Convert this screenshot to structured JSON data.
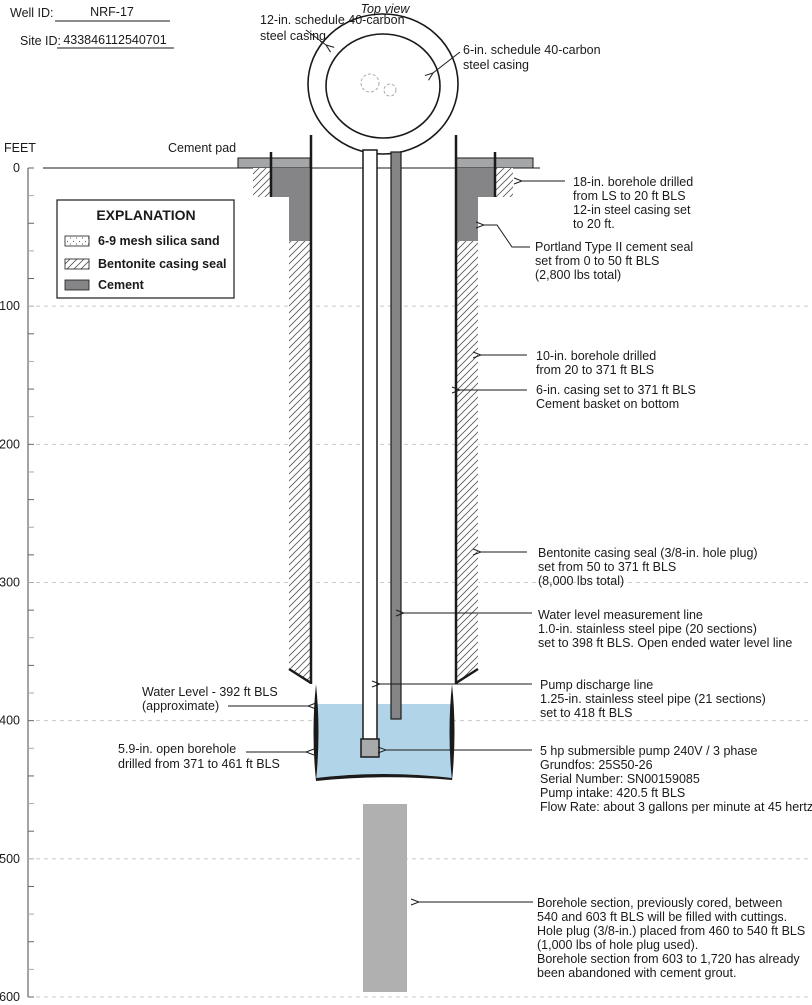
{
  "header": {
    "well_id_label": "Well ID:",
    "well_id_value": "NRF-17",
    "site_id_label": "Site ID:",
    "site_id_value": "433846112540701"
  },
  "top_view": {
    "title": "Top view",
    "outer_casing_label": [
      "12-in. schedule 40-carbon",
      "steel casing"
    ],
    "inner_casing_label": [
      "6-in. schedule 40-carbon",
      "steel casing"
    ]
  },
  "axis": {
    "unit_label": "FEET",
    "min": 0,
    "max": 600,
    "major_step": 100,
    "minor_step": 20,
    "ticks": [
      "0",
      "100",
      "200",
      "300",
      "400",
      "500",
      "600"
    ]
  },
  "cement_pad_label": "Cement pad",
  "legend": {
    "title": "EXPLANATION",
    "items": [
      {
        "label": "6-9 mesh silica sand",
        "pattern": "dotted"
      },
      {
        "label": "Bentonite casing seal",
        "pattern": "hatched"
      },
      {
        "label": "Cement",
        "pattern": "solid"
      }
    ]
  },
  "colors": {
    "cement": "#858587",
    "cement_pad": "#a5a6a8",
    "water": "#b2d4e9",
    "plug": "#b0b0b0",
    "pump": "#a8a9ab",
    "gridline": "#c8c8c8"
  },
  "well_data": {
    "ground_surface_ft": 0,
    "outer_borehole_ft": [
      0,
      20
    ],
    "cement_seal_ft": [
      0,
      50
    ],
    "bentonite_seal_ft": [
      50,
      371
    ],
    "casing_bottom_ft": 371,
    "water_level_ft": 392,
    "water_line_bottom_ft": 398,
    "pump_top_ft": 414,
    "pump_bottom_ft": 420.5,
    "open_borehole_ft": [
      371,
      461
    ],
    "plugged_section_ft": [
      461,
      600
    ]
  },
  "annotations": {
    "outer_borehole": [
      "18-in. borehole drilled",
      "from LS to 20 ft BLS",
      "12-in steel casing set",
      "to 20 ft."
    ],
    "cement_seal": [
      "Portland Type II cement seal",
      "set from 0 to 50 ft BLS",
      "(2,800 lbs total)"
    ],
    "borehole_10in": [
      "10-in. borehole drilled",
      "from 20 to 371 ft BLS"
    ],
    "casing_6in": [
      "6-in. casing set to 371 ft BLS",
      "Cement basket on bottom"
    ],
    "bentonite_seal": [
      "Bentonite casing seal (3/8-in. hole plug)",
      "set from 50 to 371 ft BLS",
      "(8,000 lbs total)"
    ],
    "water_level_line": [
      "Water level measurement line",
      "1.0-in. stainless steel pipe (20 sections)",
      "set to 398 ft BLS. Open ended water level line"
    ],
    "pump_discharge": [
      "Pump discharge line",
      "1.25-in. stainless steel pipe (21 sections)",
      "set to 418 ft BLS"
    ],
    "pump": [
      "5 hp submersible pump 240V / 3 phase",
      "Grundfos: 25S50-26",
      "Serial Number: SN00159085",
      "Pump intake: 420.5 ft BLS",
      "Flow Rate: about 3 gallons per minute at 45 hertz"
    ],
    "water_level": [
      "Water Level - 392 ft BLS",
      "(approximate)"
    ],
    "open_borehole": [
      "5.9-in. open borehole",
      "drilled from 371 to 461 ft BLS"
    ],
    "plugged_section": [
      "Borehole section, previously cored, between",
      "540 and 603 ft BLS will be filled with cuttings.",
      "Hole plug (3/8-in.) placed from 460 to 540 ft BLS",
      "(1,000 lbs of hole plug used).",
      "Borehole section from 603 to 1,720 has already",
      "been abandoned with cement grout."
    ]
  }
}
